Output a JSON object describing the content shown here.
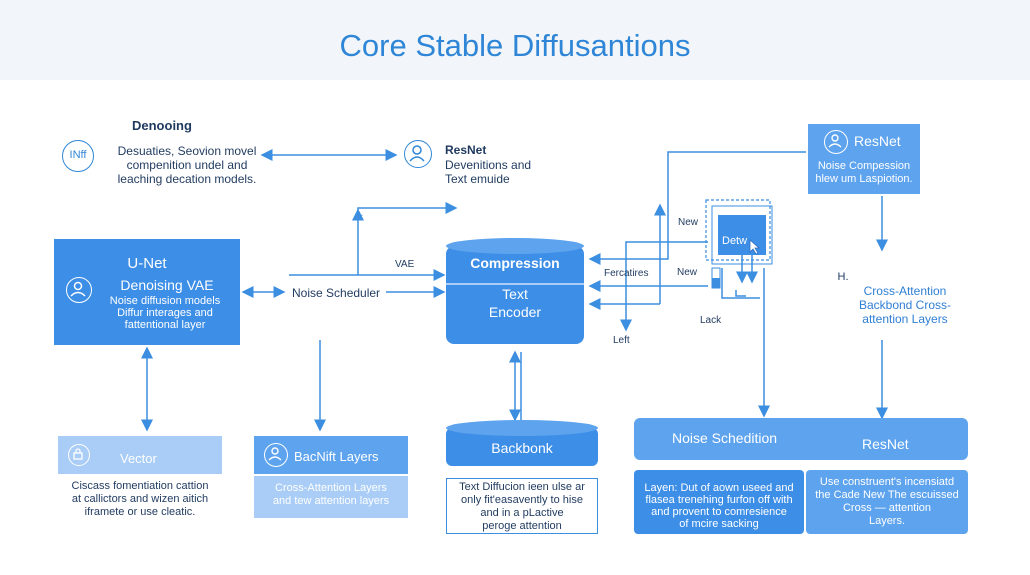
{
  "title": "Core Stable Diffusantions",
  "top_left": {
    "heading": "Denooing",
    "icon_text": "INff",
    "lines": [
      "Desuaties, Seovion movel",
      "compenition undel and",
      "leaching decation models."
    ]
  },
  "top_mid": {
    "heading": "ResNet",
    "lines": [
      "Devenitions and",
      "Text emuide"
    ]
  },
  "unet": {
    "title": "U-Net",
    "subtitle": "Denoising VAE",
    "lines": [
      "Noise diffusion models",
      "Diffur interages and",
      "fattentional layer"
    ]
  },
  "noise_scheduler": "Noise Scheduler",
  "vae_label": "VAE",
  "compression": "Compression",
  "text_encoder": [
    "Text",
    "Encoder"
  ],
  "fercatires": "Fercatires",
  "left_label": "Left",
  "new1": "New",
  "new2": "New",
  "lack": "Lack",
  "detw": "Detw",
  "resnet_top": {
    "title": "ResNet",
    "lines": [
      "Noise Compession",
      "hlew um Laspiotion."
    ]
  },
  "cross_attn": {
    "icon_text": "H.",
    "lines": [
      "Cross-Attention",
      "Backbond Cross-",
      "attention Layers"
    ]
  },
  "vector": {
    "title": "Vector",
    "lines": [
      "Ciscass fomentiation cattion",
      "at callictors and wizen aitich",
      "iframete or use cleatic."
    ]
  },
  "backnift": {
    "title": "BacNift Layers",
    "lines": [
      "Cross-Attention Layers",
      "and tew  attention layers"
    ]
  },
  "backbonk": {
    "title": "Backbonk",
    "lines": [
      "Text Diffucion ieen ulse ar",
      "only fit'easavently to hise",
      "and in a pLactive",
      "peroge attention"
    ]
  },
  "noise_schedition": {
    "title": "Noise Schedition",
    "lines": [
      "Layen: Dut of aown useed and",
      "flasea trenehing furfon off with",
      "and provent to comresience",
      "of mcire sacking"
    ]
  },
  "resnet_bottom": {
    "title": "ResNet",
    "lines": [
      "Use construent's incensiatd",
      "the Cade New The escuissed",
      "Cross — attention",
      "Layers."
    ]
  },
  "colors": {
    "accent": "#2f86d6",
    "dark_box": "#3d8ee6",
    "mid_box": "#5ea3ee",
    "light_box": "#a9cdf6",
    "line": "#3b8ee0"
  }
}
